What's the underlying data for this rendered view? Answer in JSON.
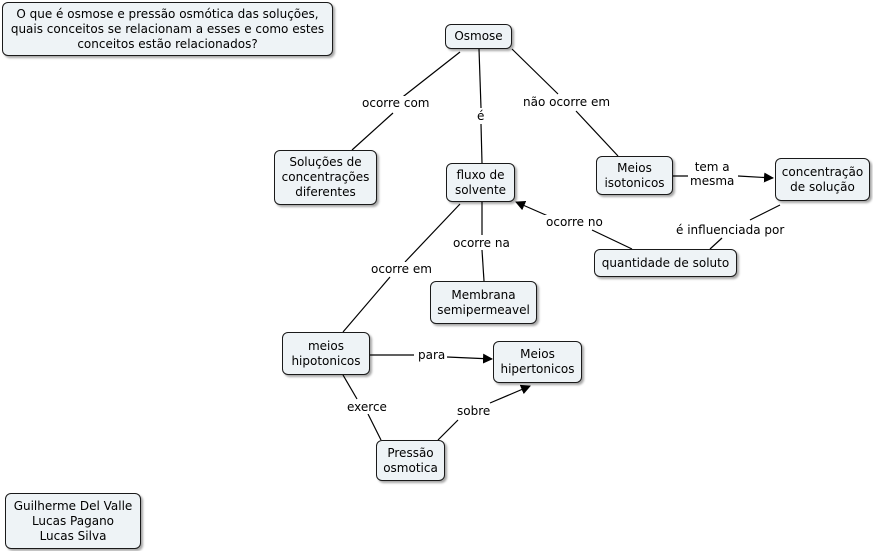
{
  "question": "O que é osmose e pressão osmótica das soluções,\nquais conceitos se relacionam a esses e como estes\nconceitos estão relacionados?",
  "authors": "Guilherme Del Valle\nLucas Pagano\nLucas Silva",
  "concepts": {
    "osmose": "Osmose",
    "solucoes": "Soluções de\nconcentrações\ndiferentes",
    "fluxo": "fluxo de\nsolvente",
    "isotonicos": "Meios\nisotonicos",
    "concentracao": "concentração\nde solução",
    "quantidade": "quantidade de soluto",
    "membrana": "Membrana\nsemipermeavel",
    "hipotonicos": "meios\nhipotonicos",
    "hipertonicos": "Meios\nhipertonicos",
    "pressao": "Pressão\nosmotica"
  },
  "links": {
    "ocorre_com": "ocorre com",
    "e": "é",
    "nao_ocorre_em": "não ocorre em",
    "tem_a_mesma": "tem a\nmesma",
    "e_influenciada_por": "é influenciada por",
    "ocorre_no": "ocorre no",
    "ocorre_na": "ocorre na",
    "ocorre_em": "ocorre em",
    "para": "para",
    "exerce": "exerce",
    "sobre": "sobre"
  }
}
